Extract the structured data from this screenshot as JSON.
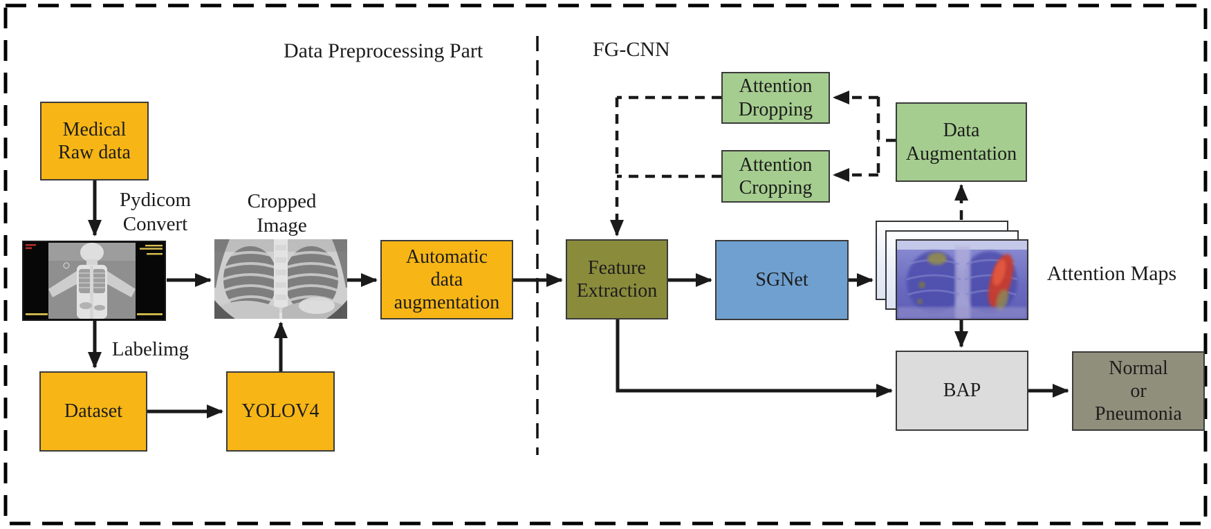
{
  "titles": {
    "preprocessing": "Data Preprocessing Part",
    "fgcnn": "FG-CNN"
  },
  "boxes": {
    "medical_raw": {
      "label": "Medical\nRaw data",
      "color": "#F7B616"
    },
    "dataset": {
      "label": "Dataset",
      "color": "#F7B616"
    },
    "yolov4": {
      "label": "YOLOV4",
      "color": "#F7B616"
    },
    "automatic_augmentation": {
      "label": "Automatic\ndata\naugmentation",
      "color": "#F7B616"
    },
    "feature_extraction": {
      "label": "Feature\nExtraction",
      "color": "#8A8C3C"
    },
    "sgnet": {
      "label": "SGNet",
      "color": "#6FA0D0"
    },
    "attention_dropping": {
      "label": "Attention\nDropping",
      "color": "#A5CD8F"
    },
    "attention_cropping": {
      "label": "Attention\nCropping",
      "color": "#A5CD8F"
    },
    "data_augmentation": {
      "label": "Data\nAugmentation",
      "color": "#A5CD8F"
    },
    "bap": {
      "label": "BAP",
      "color": "#DCDCDC"
    },
    "normal_pneumonia": {
      "label": "Normal\nor\nPneumonia",
      "color": "#908F7C"
    }
  },
  "edge_labels": {
    "pydicom_convert": "Pydicom\nConvert",
    "cropped_image": "Cropped\nImage",
    "labelimg": "Labelimg",
    "attention_maps": "Attention Maps"
  },
  "images": {
    "raw_xray": "raw-dicom-chest-xray",
    "cropped_xray": "cropped-chest-xray",
    "attention_map": "attention-map-heatmap-stack"
  },
  "colors": {
    "arrow": "#1a1a1a",
    "dashed_line": "#1a1a1a",
    "outer_border": "#000000",
    "text": "#1c1c1c"
  }
}
